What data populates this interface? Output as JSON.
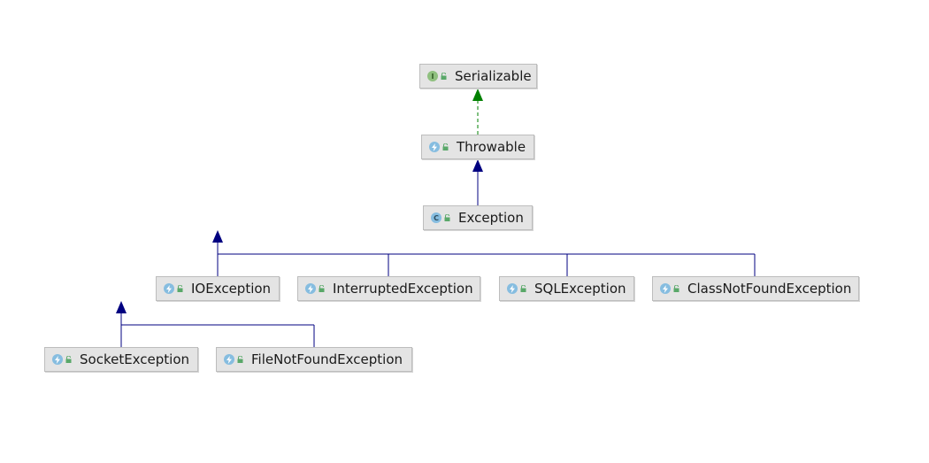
{
  "diagram": {
    "nodes": [
      {
        "id": "serializable",
        "label": "Serializable",
        "kind": "interface",
        "kind_glyph": "I"
      },
      {
        "id": "throwable",
        "label": "Throwable",
        "kind": "exception",
        "kind_glyph": ""
      },
      {
        "id": "exception",
        "label": "Exception",
        "kind": "class",
        "kind_glyph": "C"
      },
      {
        "id": "ioexception",
        "label": "IOException",
        "kind": "exception",
        "kind_glyph": ""
      },
      {
        "id": "interruptedexception",
        "label": "InterruptedException",
        "kind": "exception",
        "kind_glyph": ""
      },
      {
        "id": "sqlexception",
        "label": "SQLException",
        "kind": "exception",
        "kind_glyph": ""
      },
      {
        "id": "classnotfoundexception",
        "label": "ClassNotFoundException",
        "kind": "exception",
        "kind_glyph": ""
      },
      {
        "id": "socketexception",
        "label": "SocketException",
        "kind": "exception",
        "kind_glyph": ""
      },
      {
        "id": "filenotfoundexception",
        "label": "FileNotFoundException",
        "kind": "exception",
        "kind_glyph": ""
      }
    ],
    "edges": [
      {
        "from": "throwable",
        "to": "serializable",
        "type": "implements"
      },
      {
        "from": "exception",
        "to": "throwable",
        "type": "extends"
      },
      {
        "from": "ioexception",
        "to": "exception",
        "type": "extends"
      },
      {
        "from": "interruptedexception",
        "to": "exception",
        "type": "extends"
      },
      {
        "from": "sqlexception",
        "to": "exception",
        "type": "extends"
      },
      {
        "from": "classnotfoundexception",
        "to": "exception",
        "type": "extends"
      },
      {
        "from": "socketexception",
        "to": "ioexception",
        "type": "extends"
      },
      {
        "from": "filenotfoundexception",
        "to": "ioexception",
        "type": "extends"
      }
    ],
    "colors": {
      "extends": "#000080",
      "implements": "#008000",
      "node_fill": "#e4e4e4",
      "interface_icon": "#8fc07f",
      "class_icon": "#86bde0",
      "lock": "#59a869"
    }
  }
}
